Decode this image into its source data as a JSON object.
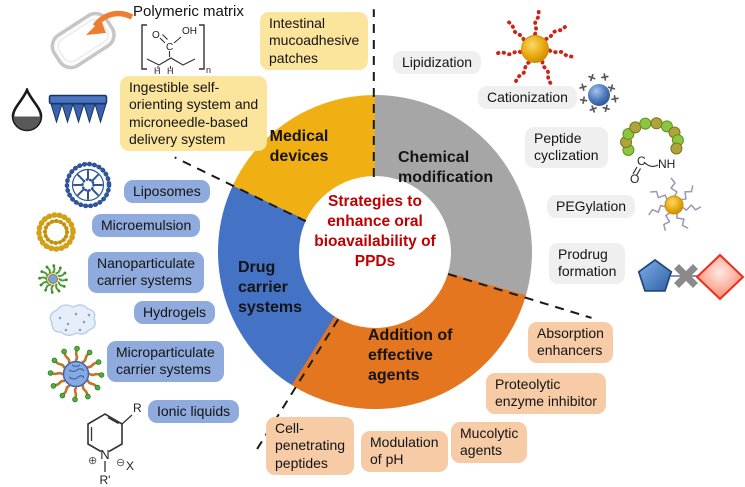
{
  "figure": {
    "center_label": "Strategies to\nenhance oral\nbioavailability of\nPPDs"
  },
  "sectors": {
    "medical_devices": "Medical\ndevices",
    "chemical_modification": "Chemical\nmodification",
    "drug_carrier": "Drug\ncarrier\nsystems",
    "addition_agents": "Addition of\neffective\nagents"
  },
  "medical": {
    "annotation": "Polymeric matrix",
    "items": [
      {
        "label": "Intestinal\nmucoadhesive\npatches"
      },
      {
        "label": "Ingestible self-\norienting system and\nmicroneedle-based\ndelivery system"
      }
    ]
  },
  "chemical": {
    "items": [
      {
        "label": "Lipidization"
      },
      {
        "label": "Cationization"
      },
      {
        "label": "Peptide\ncyclization"
      },
      {
        "label": "PEGylation"
      },
      {
        "label": "Prodrug\nformation"
      }
    ]
  },
  "carrier": {
    "items": [
      {
        "label": "Liposomes"
      },
      {
        "label": "Microemulsion"
      },
      {
        "label": "Nanoparticulate\ncarrier systems"
      },
      {
        "label": "Hydrogels"
      },
      {
        "label": "Microparticulate\ncarrier systems"
      },
      {
        "label": "Ionic liquids"
      }
    ]
  },
  "addition": {
    "items": [
      {
        "label": "Absorption\nenhancers"
      },
      {
        "label": "Proteolytic\nenzyme inhibitor"
      },
      {
        "label": "Mucolytic\nagents"
      },
      {
        "label": "Modulation\nof pH"
      },
      {
        "label": "Cell-\npenetrating\npeptides"
      }
    ]
  },
  "glyphs": {
    "cyc_c": "C",
    "cyc_nh": "NH",
    "cyc_o": "O",
    "ion_r": "R",
    "ion_n": "N",
    "ion_plus": "⊕",
    "ion_minus": "⊖",
    "ion_x": "X",
    "ion_r2": "R'",
    "pol_o": "O",
    "pol_oh": "OH",
    "pol_c": "C",
    "pol_h1": "H",
    "pol_h2": "H",
    "pol_n": "n"
  },
  "icons": {
    "patch": "intestinal-patch-icon",
    "droplet": "ingestible-capsule-droplet-icon",
    "microneedle": "microneedle-icon",
    "liposome": "liposome-icon",
    "microemulsion": "microemulsion-icon",
    "nanoparticle": "nanoparticle-icon",
    "hydrogel": "hydrogel-icon",
    "microparticle": "microparticle-icon",
    "ionic_liquid": "ionic-liquid-structure-icon",
    "lipidization": "lipidization-icon",
    "cationization": "cationization-icon",
    "cyclization": "peptide-cyclization-icon",
    "pegylation": "pegylation-icon",
    "prodrug": "prodrug-icon",
    "polymer": "polymeric-matrix-structure-icon"
  },
  "colors": {
    "sector_yellow": "#F0AF13",
    "sector_gray": "#A6A6A6",
    "sector_orange": "#E4761F",
    "sector_blue": "#4472C4",
    "box_blue": "#8FAADC",
    "box_yellow": "#FBE49B",
    "box_orange": "#F6CBA6",
    "box_gray": "#EFEFEF",
    "center_text": "#C00000",
    "arrow_orange": "#ED7D31"
  }
}
